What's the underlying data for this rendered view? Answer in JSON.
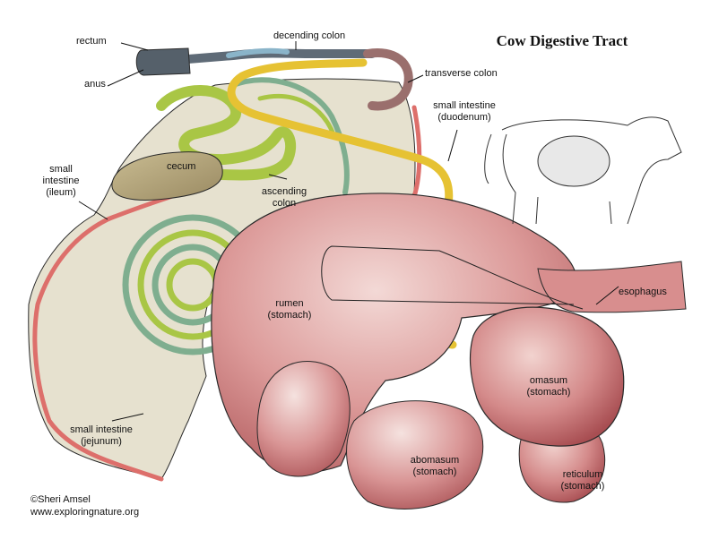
{
  "title": "Cow Digestive Tract",
  "labels": {
    "rectum": "rectum",
    "anus": "anus",
    "descending_colon": "decending colon",
    "transverse_colon": "transverse colon",
    "duodenum_line1": "small intestine",
    "duodenum_line2": "(duodenum)",
    "cecum": "cecum",
    "ileum_line1": "small",
    "ileum_line2": "intestine",
    "ileum_line3": "(ileum)",
    "ascending_line1": "ascending",
    "ascending_line2": "colon",
    "esophagus": "esophagus",
    "rumen_line1": "rumen",
    "rumen_line2": "(stomach)",
    "omasum_line1": "omasum",
    "omasum_line2": "(stomach)",
    "abomasum_line1": "abomasum",
    "abomasum_line2": "(stomach)",
    "reticulum_line1": "reticulum",
    "reticulum_line2": "(stomach)",
    "jejunum_line1": "small intestine",
    "jejunum_line2": "(jejunum)"
  },
  "credit": {
    "author": "©Sheri Amsel",
    "website": "www.exploringnature.org"
  },
  "colors": {
    "stomach": "#d9898a",
    "stomach_dark": "#b65a5c",
    "mesentery": "#e6e1cf",
    "intestine_red": "#dd6f6b",
    "colon_green": "#7fae8f",
    "colon_grey": "#5f6b77",
    "intestine_lime": "#a9c645",
    "duodenum_yellow": "#e6c233",
    "cecum_tan": "#b3a47a",
    "rectum_dark": "#55606a"
  }
}
